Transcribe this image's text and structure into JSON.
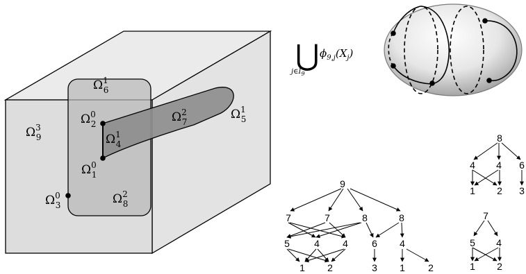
{
  "regions": [
    {
      "id": "omega-9-3",
      "base": "Ω",
      "sub": "9",
      "sup": "3"
    },
    {
      "id": "omega-6-1",
      "base": "Ω",
      "sub": "6",
      "sup": "1"
    },
    {
      "id": "omega-2-0",
      "base": "Ω",
      "sub": "2",
      "sup": "0"
    },
    {
      "id": "omega-4-1",
      "base": "Ω",
      "sub": "4",
      "sup": "1"
    },
    {
      "id": "omega-1-0",
      "base": "Ω",
      "sub": "1",
      "sup": "0"
    },
    {
      "id": "omega-3-0",
      "base": "Ω",
      "sub": "3",
      "sup": "0"
    },
    {
      "id": "omega-8-2",
      "base": "Ω",
      "sub": "8",
      "sup": "2"
    },
    {
      "id": "omega-7-2",
      "base": "Ω",
      "sub": "7",
      "sup": "2"
    },
    {
      "id": "omega-5-1",
      "base": "Ω",
      "sub": "5",
      "sup": "1"
    }
  ],
  "formula": {
    "union_symbol": "⋃",
    "under": "j∈I",
    "under_sub": "9",
    "phi": "ϕ",
    "phi_sub": "9,j",
    "arg": "(X",
    "arg_sub": "j",
    "arg_close": ")"
  },
  "trees": {
    "main": {
      "nodes": [
        "9",
        "7",
        "7",
        "8",
        "8",
        "5",
        "4",
        "4",
        "6",
        "4",
        "1",
        "2",
        "3",
        "1",
        "2"
      ]
    },
    "top_right": {
      "nodes": [
        "8",
        "4",
        "4",
        "6",
        "1",
        "2",
        "3"
      ]
    },
    "bottom_right": {
      "nodes": [
        "7",
        "5",
        "4",
        "1",
        "2"
      ]
    }
  }
}
